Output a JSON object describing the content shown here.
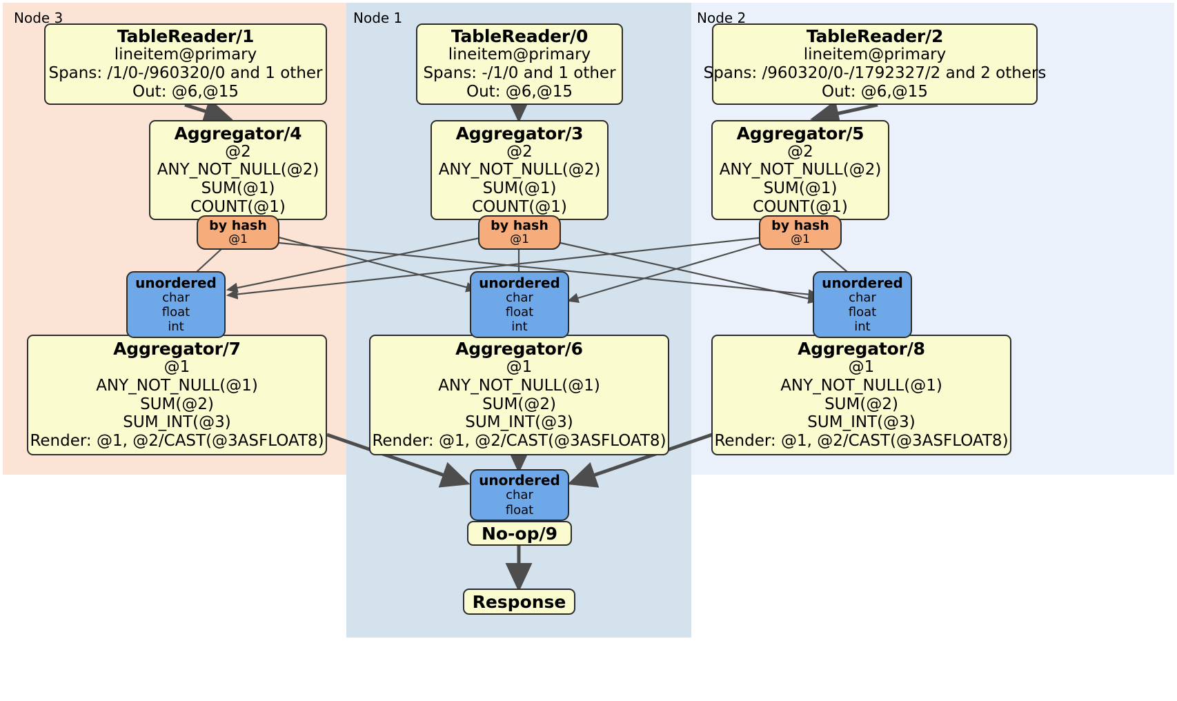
{
  "diagram": {
    "kind": "distributed-query-execution-plan",
    "colors": {
      "node3_panel": "#fbe3d6",
      "node1_panel": "#d3e2ec",
      "node2_panel": "#ebf1fb",
      "processor_fill": "#fbfbd0",
      "router_fill": "#f7ac7c",
      "receiver_fill": "#6fa8e8",
      "stroke": "#2b2b2b",
      "edge": "#4d4d4d"
    },
    "panels": [
      {
        "id": "node3",
        "label": "Node 3"
      },
      {
        "id": "node1",
        "label": "Node 1"
      },
      {
        "id": "node2",
        "label": "Node 2"
      }
    ],
    "nodes": {
      "tablereader1": {
        "title": "TableReader/1",
        "lines": [
          "lineitem@primary",
          "Spans: /1/0-/960320/0 and 1 other",
          "Out: @6,@15"
        ]
      },
      "tablereader0": {
        "title": "TableReader/0",
        "lines": [
          "lineitem@primary",
          "Spans: -/1/0 and 1 other",
          "Out: @6,@15"
        ]
      },
      "tablereader2": {
        "title": "TableReader/2",
        "lines": [
          "lineitem@primary",
          "Spans: /960320/0-/1792327/2 and 2 others",
          "Out: @6,@15"
        ]
      },
      "aggregator4": {
        "title": "Aggregator/4",
        "lines": [
          "@2",
          "ANY_NOT_NULL(@2)",
          "SUM(@1)",
          "COUNT(@1)"
        ]
      },
      "aggregator3": {
        "title": "Aggregator/3",
        "lines": [
          "@2",
          "ANY_NOT_NULL(@2)",
          "SUM(@1)",
          "COUNT(@1)"
        ]
      },
      "aggregator5": {
        "title": "Aggregator/5",
        "lines": [
          "@2",
          "ANY_NOT_NULL(@2)",
          "SUM(@1)",
          "COUNT(@1)"
        ]
      },
      "router_left": {
        "title": "by hash",
        "lines": [
          "@1"
        ]
      },
      "router_center": {
        "title": "by hash",
        "lines": [
          "@1"
        ]
      },
      "router_right": {
        "title": "by hash",
        "lines": [
          "@1"
        ]
      },
      "recv_left": {
        "title": "unordered",
        "lines": [
          "char",
          "float",
          "int"
        ]
      },
      "recv_center": {
        "title": "unordered",
        "lines": [
          "char",
          "float",
          "int"
        ]
      },
      "recv_right": {
        "title": "unordered",
        "lines": [
          "char",
          "float",
          "int"
        ]
      },
      "aggregator7": {
        "title": "Aggregator/7",
        "lines": [
          "@1",
          "ANY_NOT_NULL(@1)",
          "SUM(@2)",
          "SUM_INT(@3)",
          "Render: @1, @2/CAST(@3ASFLOAT8)"
        ]
      },
      "aggregator6": {
        "title": "Aggregator/6",
        "lines": [
          "@1",
          "ANY_NOT_NULL(@1)",
          "SUM(@2)",
          "SUM_INT(@3)",
          "Render: @1, @2/CAST(@3ASFLOAT8)"
        ]
      },
      "aggregator8": {
        "title": "Aggregator/8",
        "lines": [
          "@1",
          "ANY_NOT_NULL(@1)",
          "SUM(@2)",
          "SUM_INT(@3)",
          "Render: @1, @2/CAST(@3ASFLOAT8)"
        ]
      },
      "recv_final": {
        "title": "unordered",
        "lines": [
          "char",
          "float"
        ]
      },
      "noop9": {
        "title": "No-op/9"
      },
      "response": {
        "title": "Response"
      }
    }
  }
}
